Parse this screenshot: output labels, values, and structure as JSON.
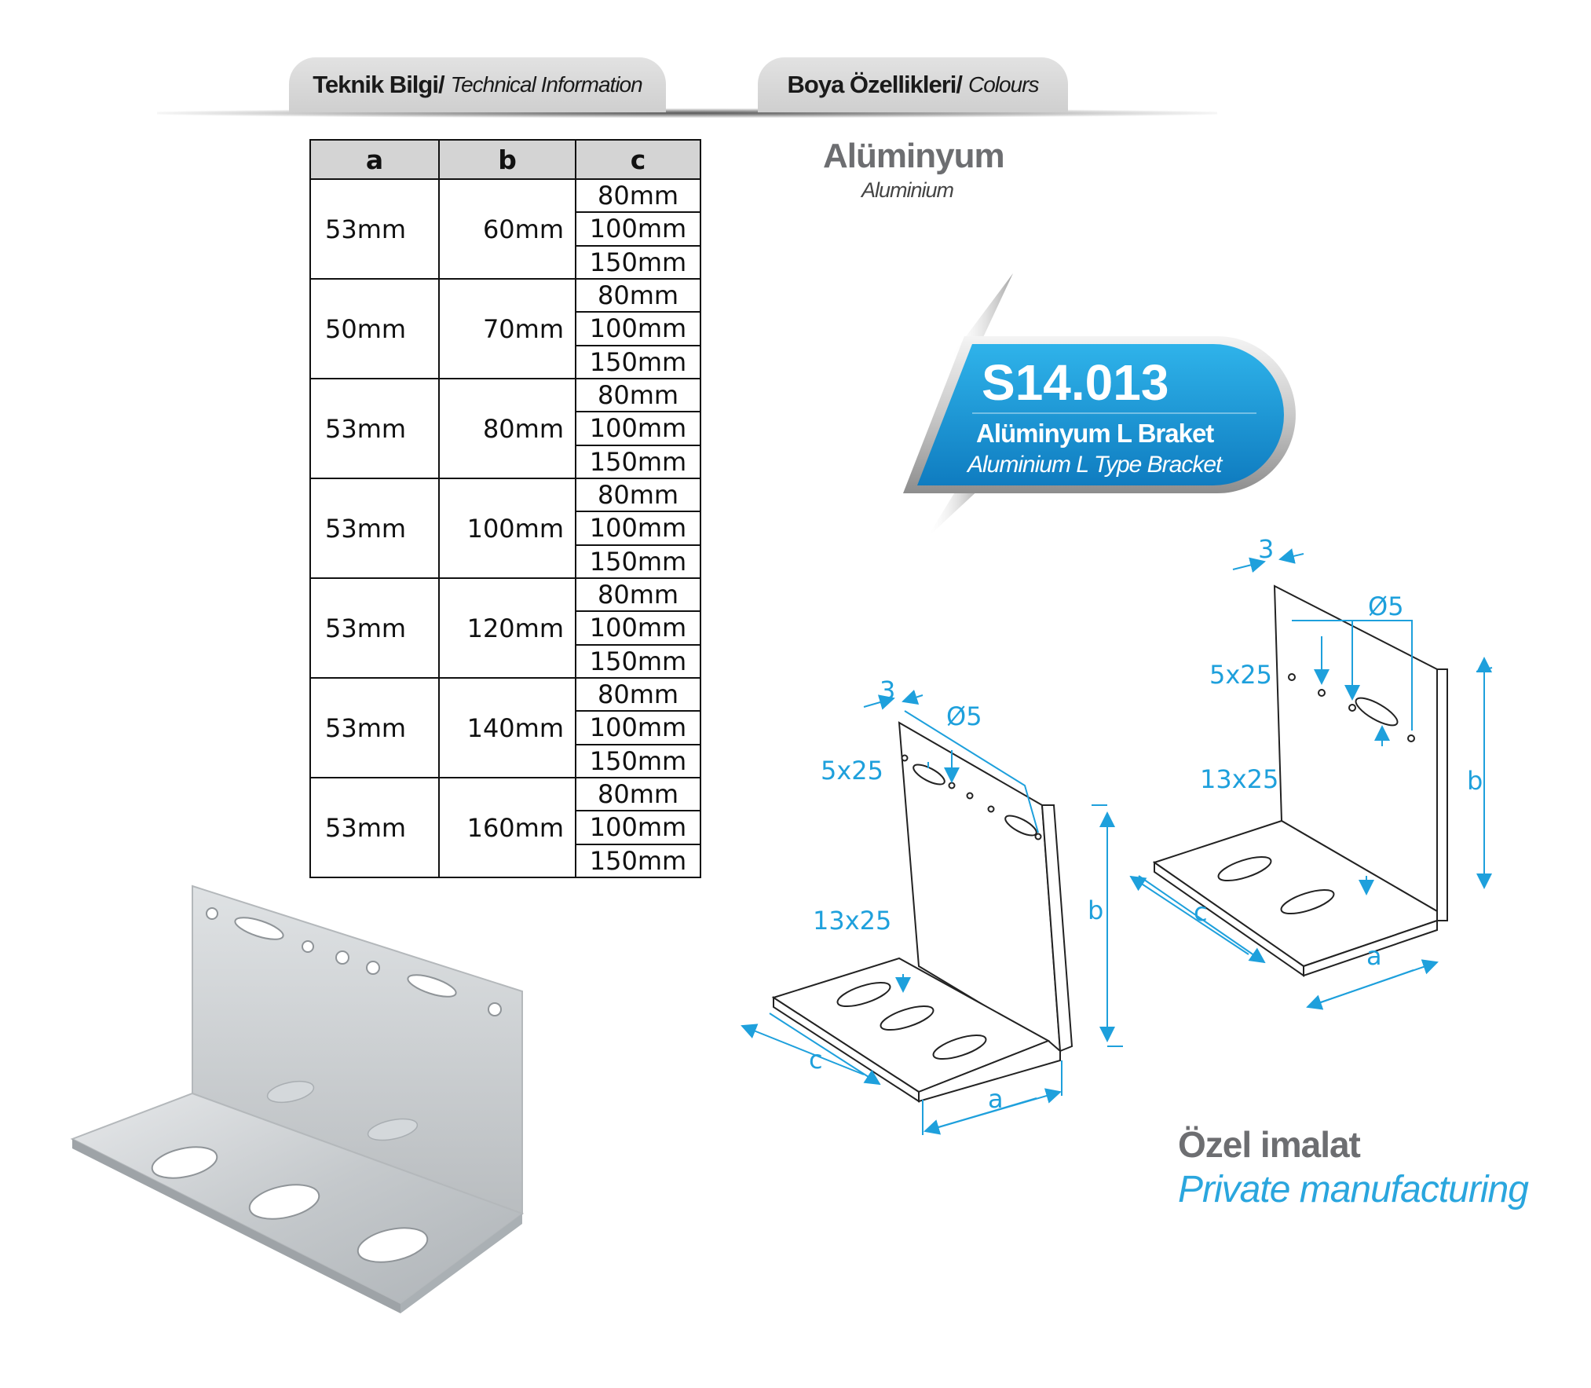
{
  "header": {
    "tech_tab_bold": "Teknik Bilgi/",
    "tech_tab_italic": "Technical Information",
    "colours_tab_bold": "Boya Özellikleri/",
    "colours_tab_italic": "Colours"
  },
  "table": {
    "headers": [
      "a",
      "b",
      "c"
    ],
    "rows": [
      {
        "a": "53mm",
        "b": "60mm",
        "c": [
          "80mm",
          "100mm",
          "150mm"
        ]
      },
      {
        "a": "50mm",
        "b": "70mm",
        "c": [
          "80mm",
          "100mm",
          "150mm"
        ]
      },
      {
        "a": "53mm",
        "b": "80mm",
        "c": [
          "80mm",
          "100mm",
          "150mm"
        ]
      },
      {
        "a": "53mm",
        "b": "100mm",
        "c": [
          "80mm",
          "100mm",
          "150mm"
        ]
      },
      {
        "a": "53mm",
        "b": "120mm",
        "c": [
          "80mm",
          "100mm",
          "150mm"
        ]
      },
      {
        "a": "53mm",
        "b": "140mm",
        "c": [
          "80mm",
          "100mm",
          "150mm"
        ]
      },
      {
        "a": "53mm",
        "b": "160mm",
        "c": [
          "80mm",
          "100mm",
          "150mm"
        ]
      }
    ]
  },
  "material": {
    "name_tr": "Alüminyum",
    "name_en": "Aluminium"
  },
  "product": {
    "code": "S14.013",
    "name_tr": "Alüminyum L Braket",
    "name_en": "Aluminium L Type Bracket"
  },
  "drawing": {
    "labels": {
      "thickness": "3",
      "hole": "Ø5",
      "slot_small": "5x25",
      "slot_large": "13x25",
      "a": "a",
      "b": "b",
      "c": "c"
    }
  },
  "footer": {
    "custom_tr": "Özel imalat",
    "custom_en": "Private manufacturing"
  },
  "colors": {
    "accent_blue": "#2aa6de",
    "badge_blue": "#1b8fd0",
    "gray_text": "#6d6e71"
  }
}
